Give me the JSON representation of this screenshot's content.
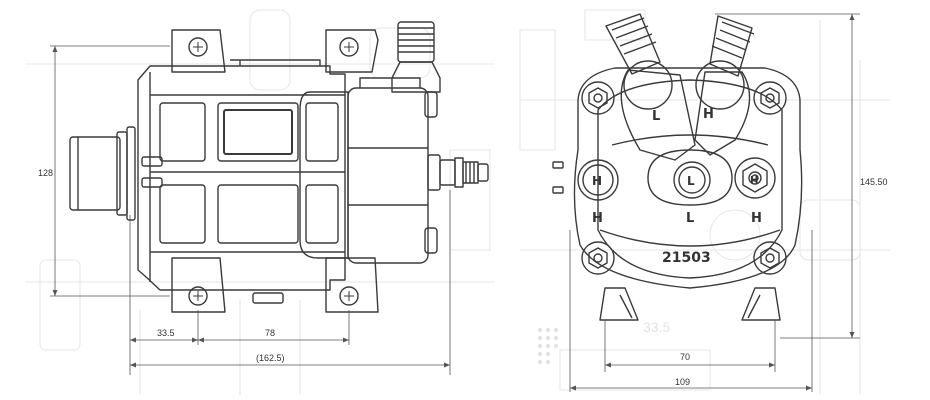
{
  "side_view": {
    "dimensions": {
      "height": "128",
      "offset": "33.5",
      "mount_spacing": "78",
      "overall_length": "(162.5)"
    }
  },
  "rear_view": {
    "part_number": "21503",
    "port_labels": {
      "suction_valve": "L",
      "discharge_valve": "H",
      "left_port": "H",
      "center_port": "L",
      "right_port": "H",
      "left_port_caption": "H",
      "center_port_caption": "L",
      "right_port_caption": "H"
    },
    "dimensions": {
      "height": "145.50",
      "base_width": "70",
      "overall_width": "109"
    }
  },
  "background": {
    "watermark_value": "33.5"
  },
  "colors": {
    "line": "#3a3a3a",
    "dim_line": "#555555",
    "watermark": "#e3e3e3"
  }
}
